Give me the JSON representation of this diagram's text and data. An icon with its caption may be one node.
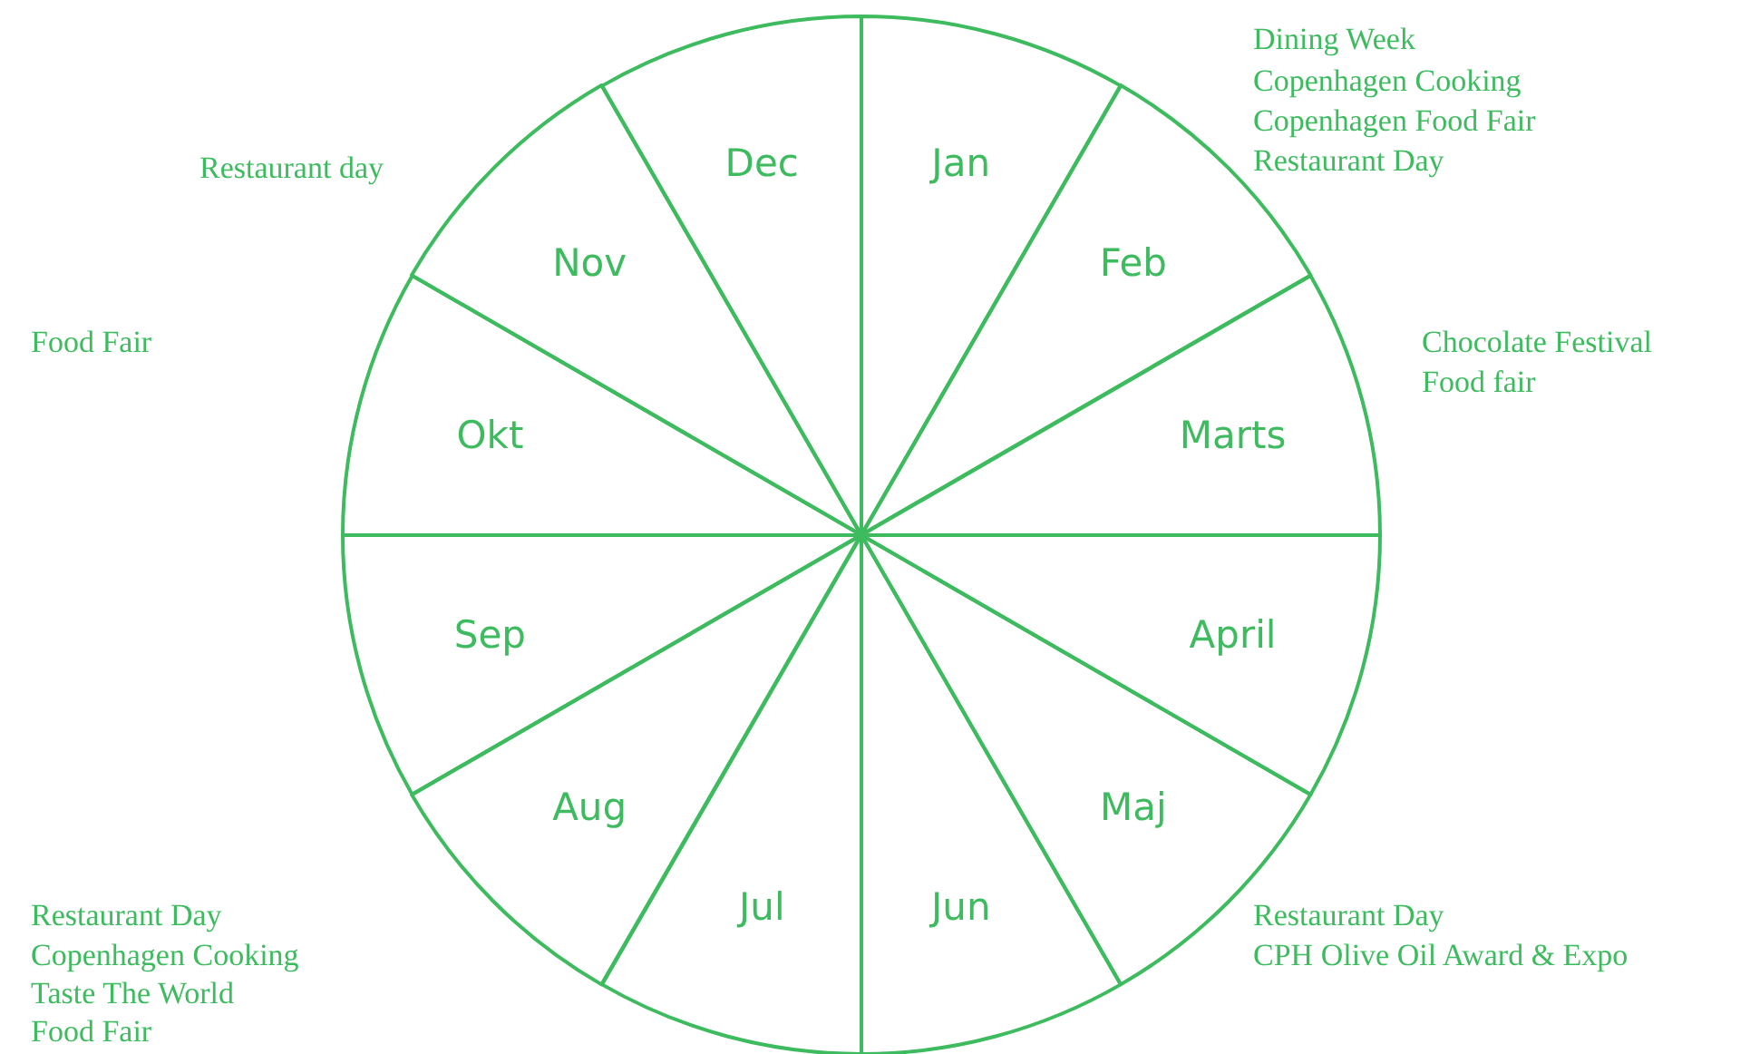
{
  "diagram": {
    "nodes": [
      {
        "text": [
          "Jan"
        ]
      },
      {
        "text": [
          "Feb"
        ]
      },
      {
        "text": [
          "Marts"
        ]
      },
      {
        "text": [
          "April"
        ]
      },
      {
        "text": [
          "Maj"
        ]
      },
      {
        "text": [
          "Jun"
        ]
      },
      {
        "text": [
          "Jul"
        ]
      },
      {
        "text": [
          "Aug"
        ]
      },
      {
        "text": [
          "Sep"
        ]
      },
      {
        "text": [
          "Okt"
        ]
      },
      {
        "text": [
          "Nov"
        ]
      },
      {
        "text": [
          "Dec"
        ]
      }
    ],
    "labels": [
      "Dining Week",
      "Copenhagen Cooking",
      "Copenhagen Food Fair",
      "Restaurant Day",
      "Restaurant day",
      "Food Fair",
      "Chocolate Festival",
      "Food fair",
      "Restaurant Day",
      "CPH Olive Oil Award & Expo",
      "Restaurant Day",
      "Copenhagen Cooking",
      "Taste The World",
      "Food Fair"
    ]
  }
}
